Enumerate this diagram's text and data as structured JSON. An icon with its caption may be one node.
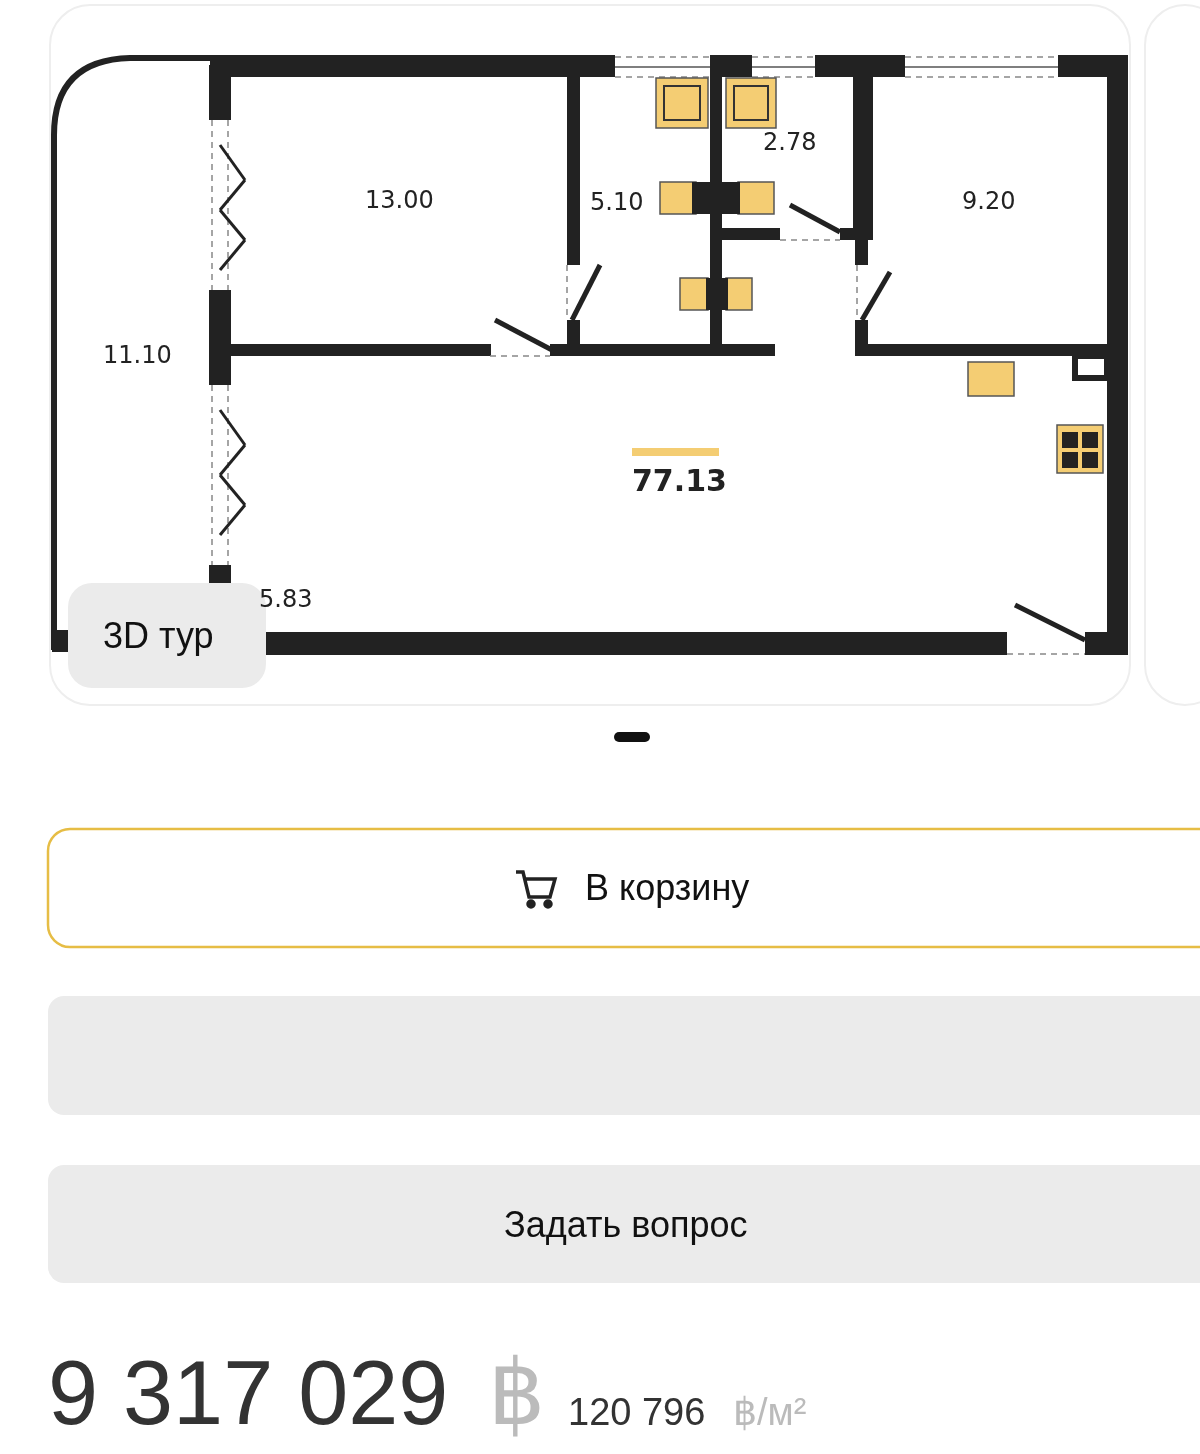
{
  "diagram": {
    "labels": [
      "13.00",
      "5.10",
      "2.78",
      "9.20",
      "11.10",
      "77.13",
      "5.83",
      "3D тур",
      "В корзину",
      "Задать вопрос",
      "9 317 029",
      "฿",
      "120 796",
      "฿/м²"
    ]
  }
}
